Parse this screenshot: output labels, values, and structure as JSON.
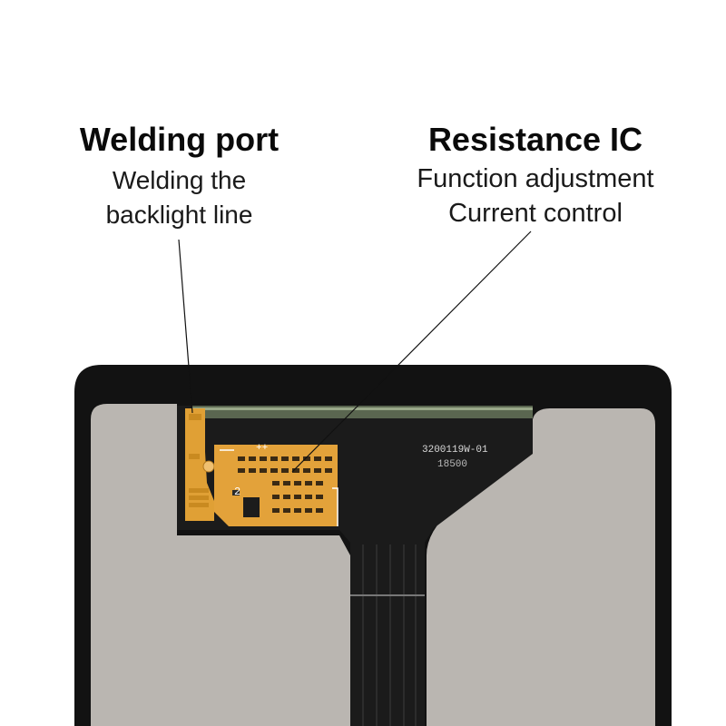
{
  "callouts": {
    "welding": {
      "title": "Welding port",
      "lines": [
        "Welding the",
        "backlight line"
      ]
    },
    "resistance": {
      "title": "Resistance IC",
      "lines": [
        "Function adjustment",
        "Current control"
      ]
    }
  },
  "pcb_markings": {
    "part_number": "3200119W-01",
    "date_code": "18500",
    "mark_plus": "++",
    "mark_2": "2"
  },
  "colors": {
    "frame": "#121212",
    "screen": "#bab6b1",
    "flex": "#e0a035",
    "background": "#ffffff"
  }
}
